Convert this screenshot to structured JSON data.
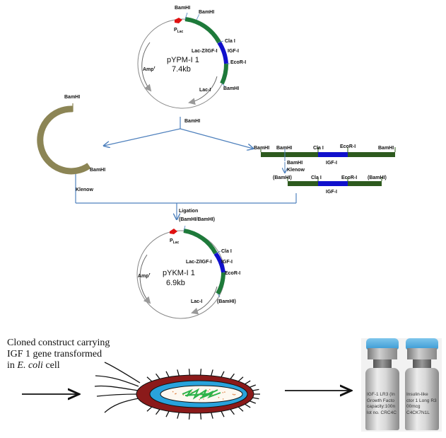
{
  "plasmid_top": {
    "name": "pYPM-I 1",
    "size": "7.4kb",
    "promoter": "P",
    "promoter_sub": "Lac",
    "sites": {
      "bamh1_a": "BamHI",
      "bamh1_b": "BamHI",
      "cla1": "Cla I",
      "igf_fusion": "Lac-Z/IGF-I",
      "igf": "IGF-I",
      "ecor1": "EcoR-I",
      "bamh1_c": "BamHI"
    },
    "amp": "Amp",
    "amp_sup": "r",
    "laci": "Lac-I"
  },
  "digest": {
    "enzyme": "BamHI"
  },
  "vector_fragment": {
    "top_site": "BamHI",
    "bottom_site": "BamHI",
    "treatment": "Klenow"
  },
  "insert_fragment": {
    "sites": [
      "BamHI",
      "BamHI",
      "Cla I",
      "EcoR-I",
      "BamHI"
    ],
    "gene": "IGF-I",
    "cut_label": "BamHI",
    "treatment": "Klenow"
  },
  "blunt_insert": {
    "sites": [
      "(BamHI)",
      "Cla I",
      "EcoR-I",
      "(BamHI)"
    ],
    "gene": "IGF-I"
  },
  "ligation": {
    "label": "Ligation",
    "sites": "(BamHI/BamHI)"
  },
  "plasmid_bottom": {
    "name": "pYKM-I 1",
    "size": "6.9kb",
    "promoter": "P",
    "promoter_sub": "Lac",
    "sites": {
      "cla1": "Cla I",
      "igf_fusion": "Lac-Z/IGF-I",
      "igf": "IGF-I",
      "ecor1": "EcoR-I",
      "bamh1": "(BamHI)"
    },
    "amp": "Amp",
    "amp_sup": "r",
    "laci": "Lac-I"
  },
  "caption": {
    "line1": "Cloned construct carrying",
    "line2": "IGF 1 gene transformed",
    "line3_pre": "in ",
    "line3_italic": "E. coli",
    "line3_post": " cell"
  },
  "vials": [
    {
      "lines": [
        "IGF-1 LR3 (In",
        "Growth Facto",
        "capacity:100n",
        "lot no. CRC4C"
      ]
    },
    {
      "lines": [
        "Insulin-like",
        "ctor 1 Long R3",
        "00mcg",
        "C4CK7N1L"
      ]
    }
  ],
  "colors": {
    "gene_green": "#1e7a3a",
    "igf_blue": "#1010cc",
    "promoter_red": "#e01010",
    "vector_olive": "#8c8555",
    "arrow_blue": "#4f81bd",
    "fragment_green": "#2d5a1e",
    "cell_wall": "#8b1a1a",
    "cell_membrane": "#29a3dc",
    "dna_green": "#2db34a"
  }
}
